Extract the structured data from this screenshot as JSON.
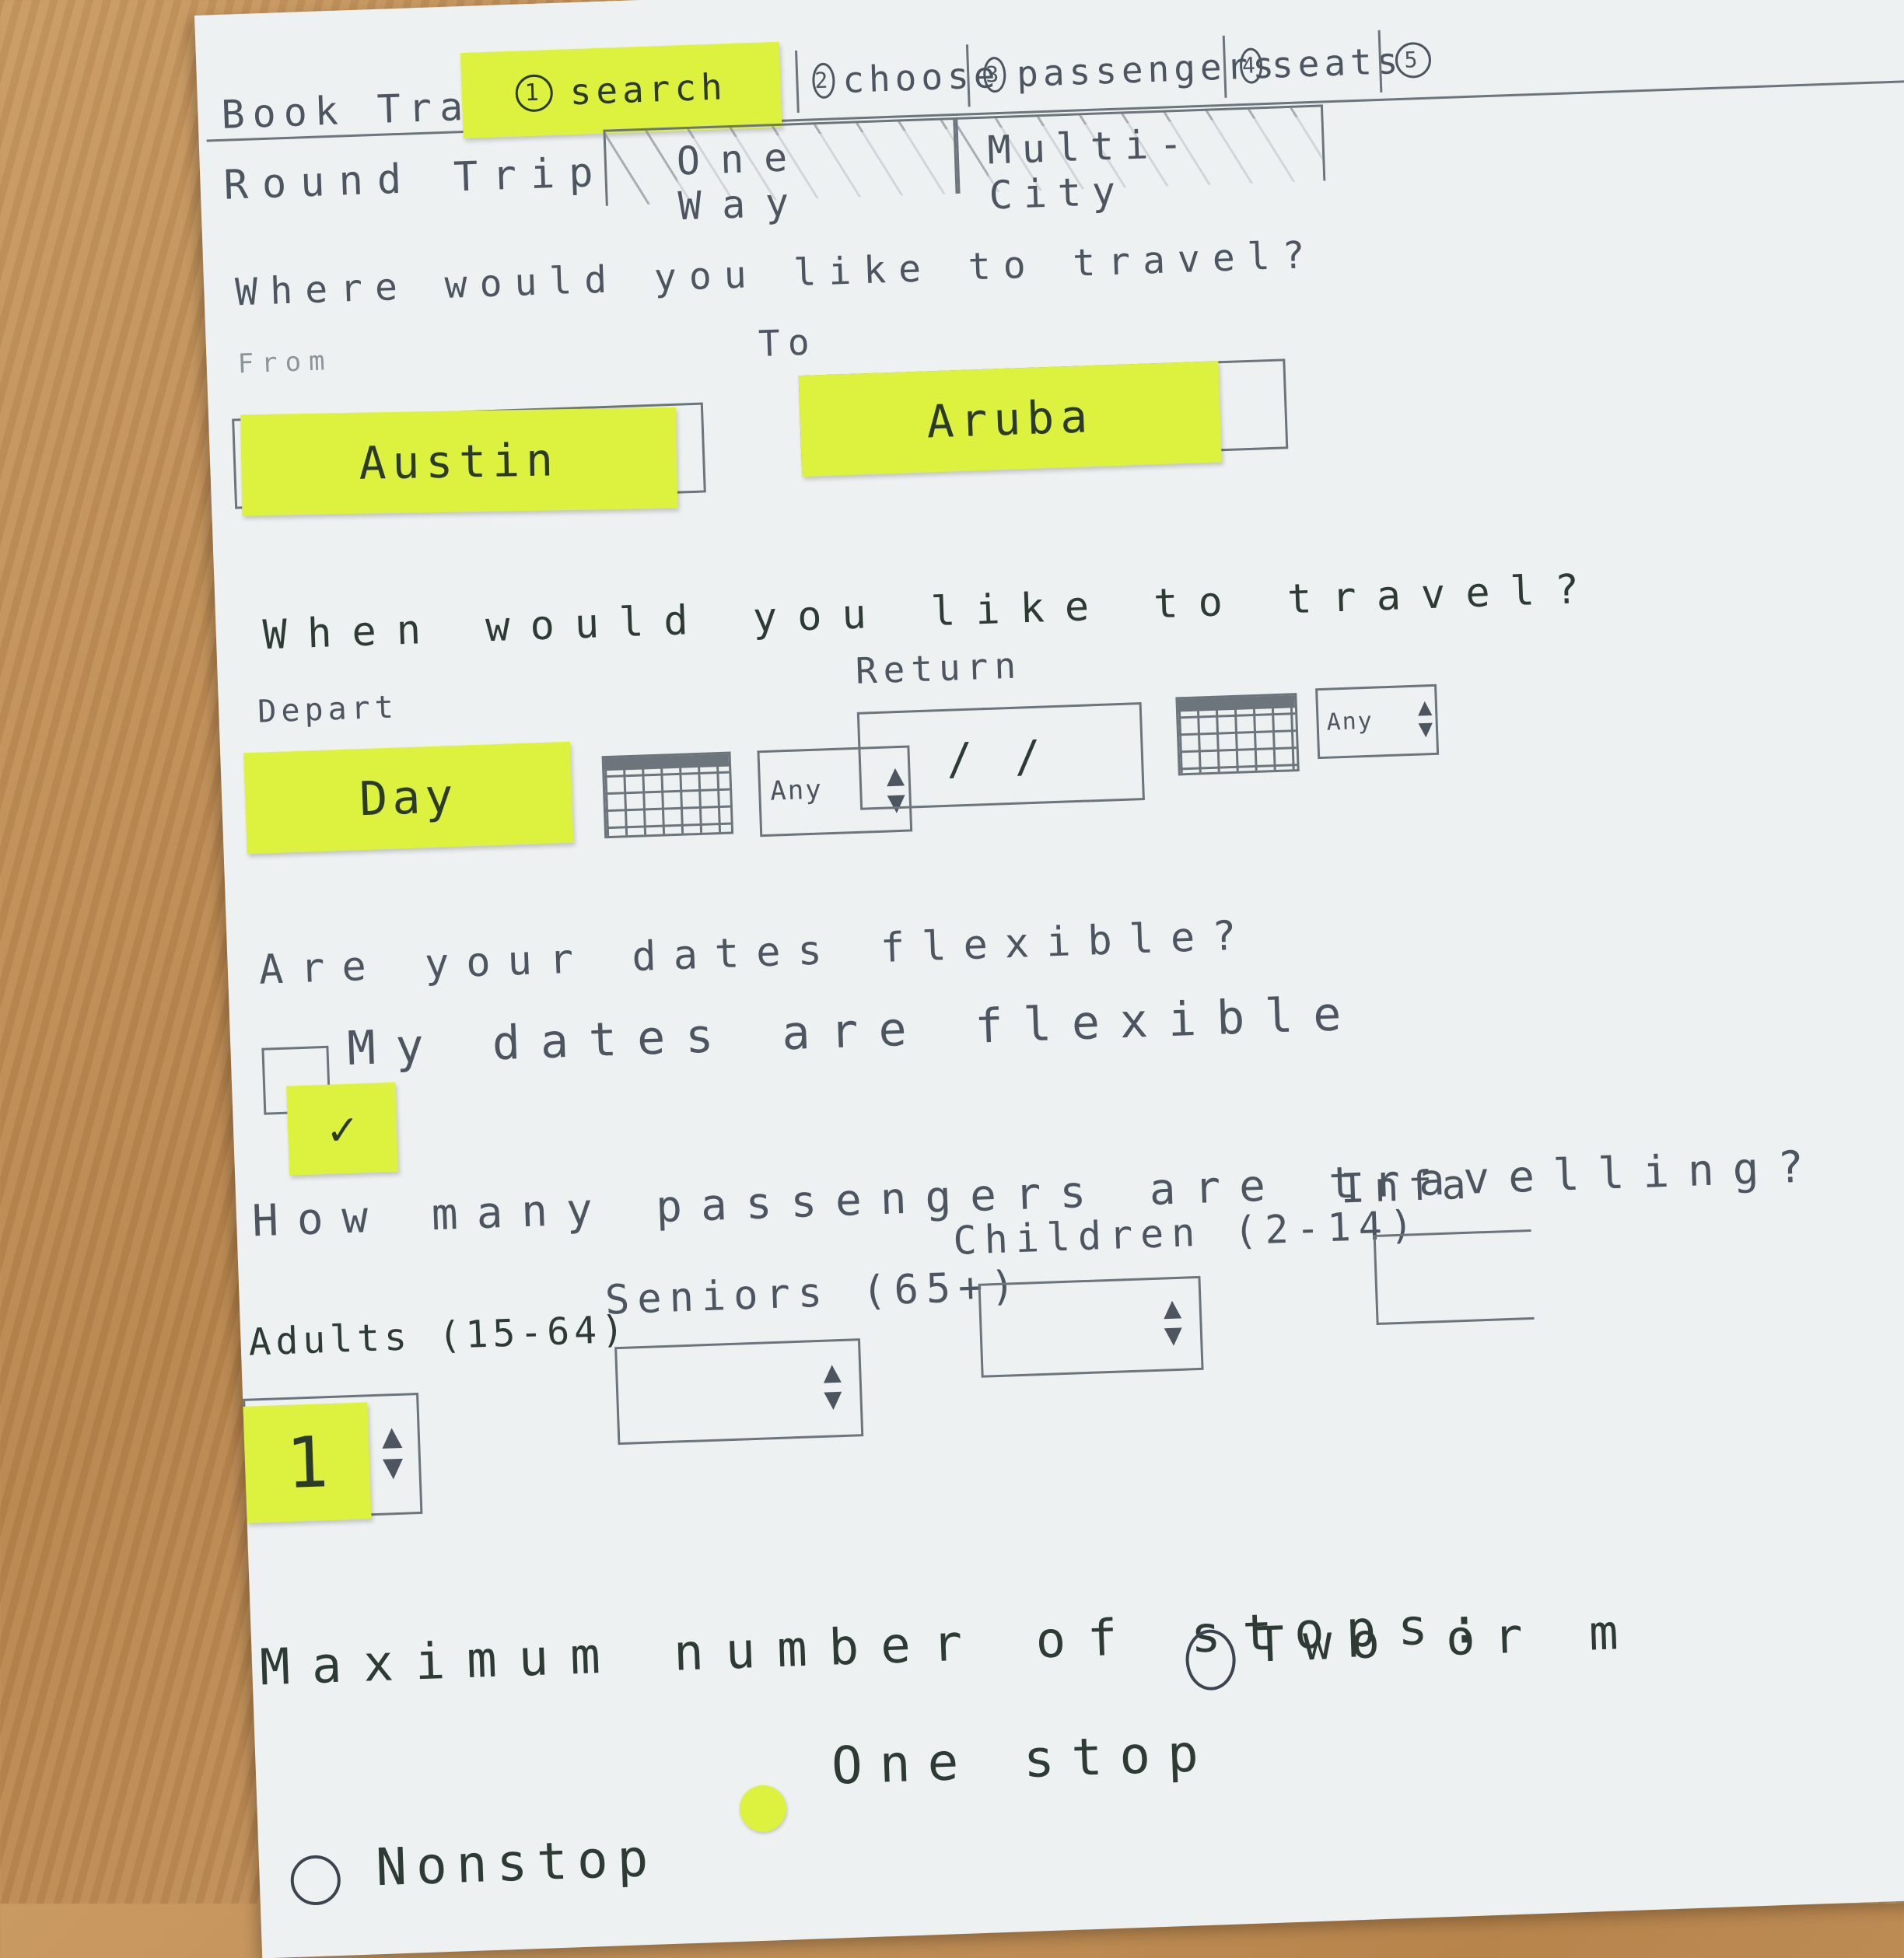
{
  "app": {
    "title": "Book Travel"
  },
  "steps": [
    {
      "number": "1",
      "label": "search",
      "active": true
    },
    {
      "number": "2",
      "label": "choose"
    },
    {
      "number": "3",
      "label": "passengers"
    },
    {
      "number": "4",
      "label": "seats"
    },
    {
      "number": "5",
      "label": ""
    }
  ],
  "trip_types": [
    {
      "label": "Round Trip",
      "selected": true
    },
    {
      "label": "One Way"
    },
    {
      "label": "Multi-City"
    }
  ],
  "where": {
    "question": "Where would you like to travel?",
    "from_label": "From",
    "from_value": "Austin",
    "to_label": "To",
    "to_value": "Aruba"
  },
  "when": {
    "question": "When would you like to travel?",
    "depart_label": "Depart",
    "depart_value": "Day",
    "depart_time": "Any",
    "return_label": "Return",
    "return_value": "/ /",
    "return_time": "Any"
  },
  "flexible": {
    "question": "Are your dates flexible?",
    "checkbox_label": "My dates are flexible",
    "check_mark": "✓",
    "checked": true
  },
  "passengers": {
    "question": "How many passengers are travelling?",
    "adults_label": "Adults (15-64)",
    "adults_value": "1",
    "seniors_label": "Seniors (65+)",
    "seniors_value": "",
    "children_label": "Children (2-14)",
    "children_value": "",
    "infants_label": "Infa"
  },
  "stops": {
    "question": "Maximum number of stops:",
    "options": [
      {
        "label": "Nonstop",
        "selected": false
      },
      {
        "label": "One stop",
        "selected": true
      },
      {
        "label": "Two or m",
        "selected": false
      }
    ]
  },
  "icons": {
    "stepper": "▲▼",
    "calendar": "calendar-icon"
  },
  "colors": {
    "sticky_note": "#dcf23f",
    "paper": "#eef1f2",
    "pencil": "#4d5560",
    "desk": "#c99a62"
  }
}
